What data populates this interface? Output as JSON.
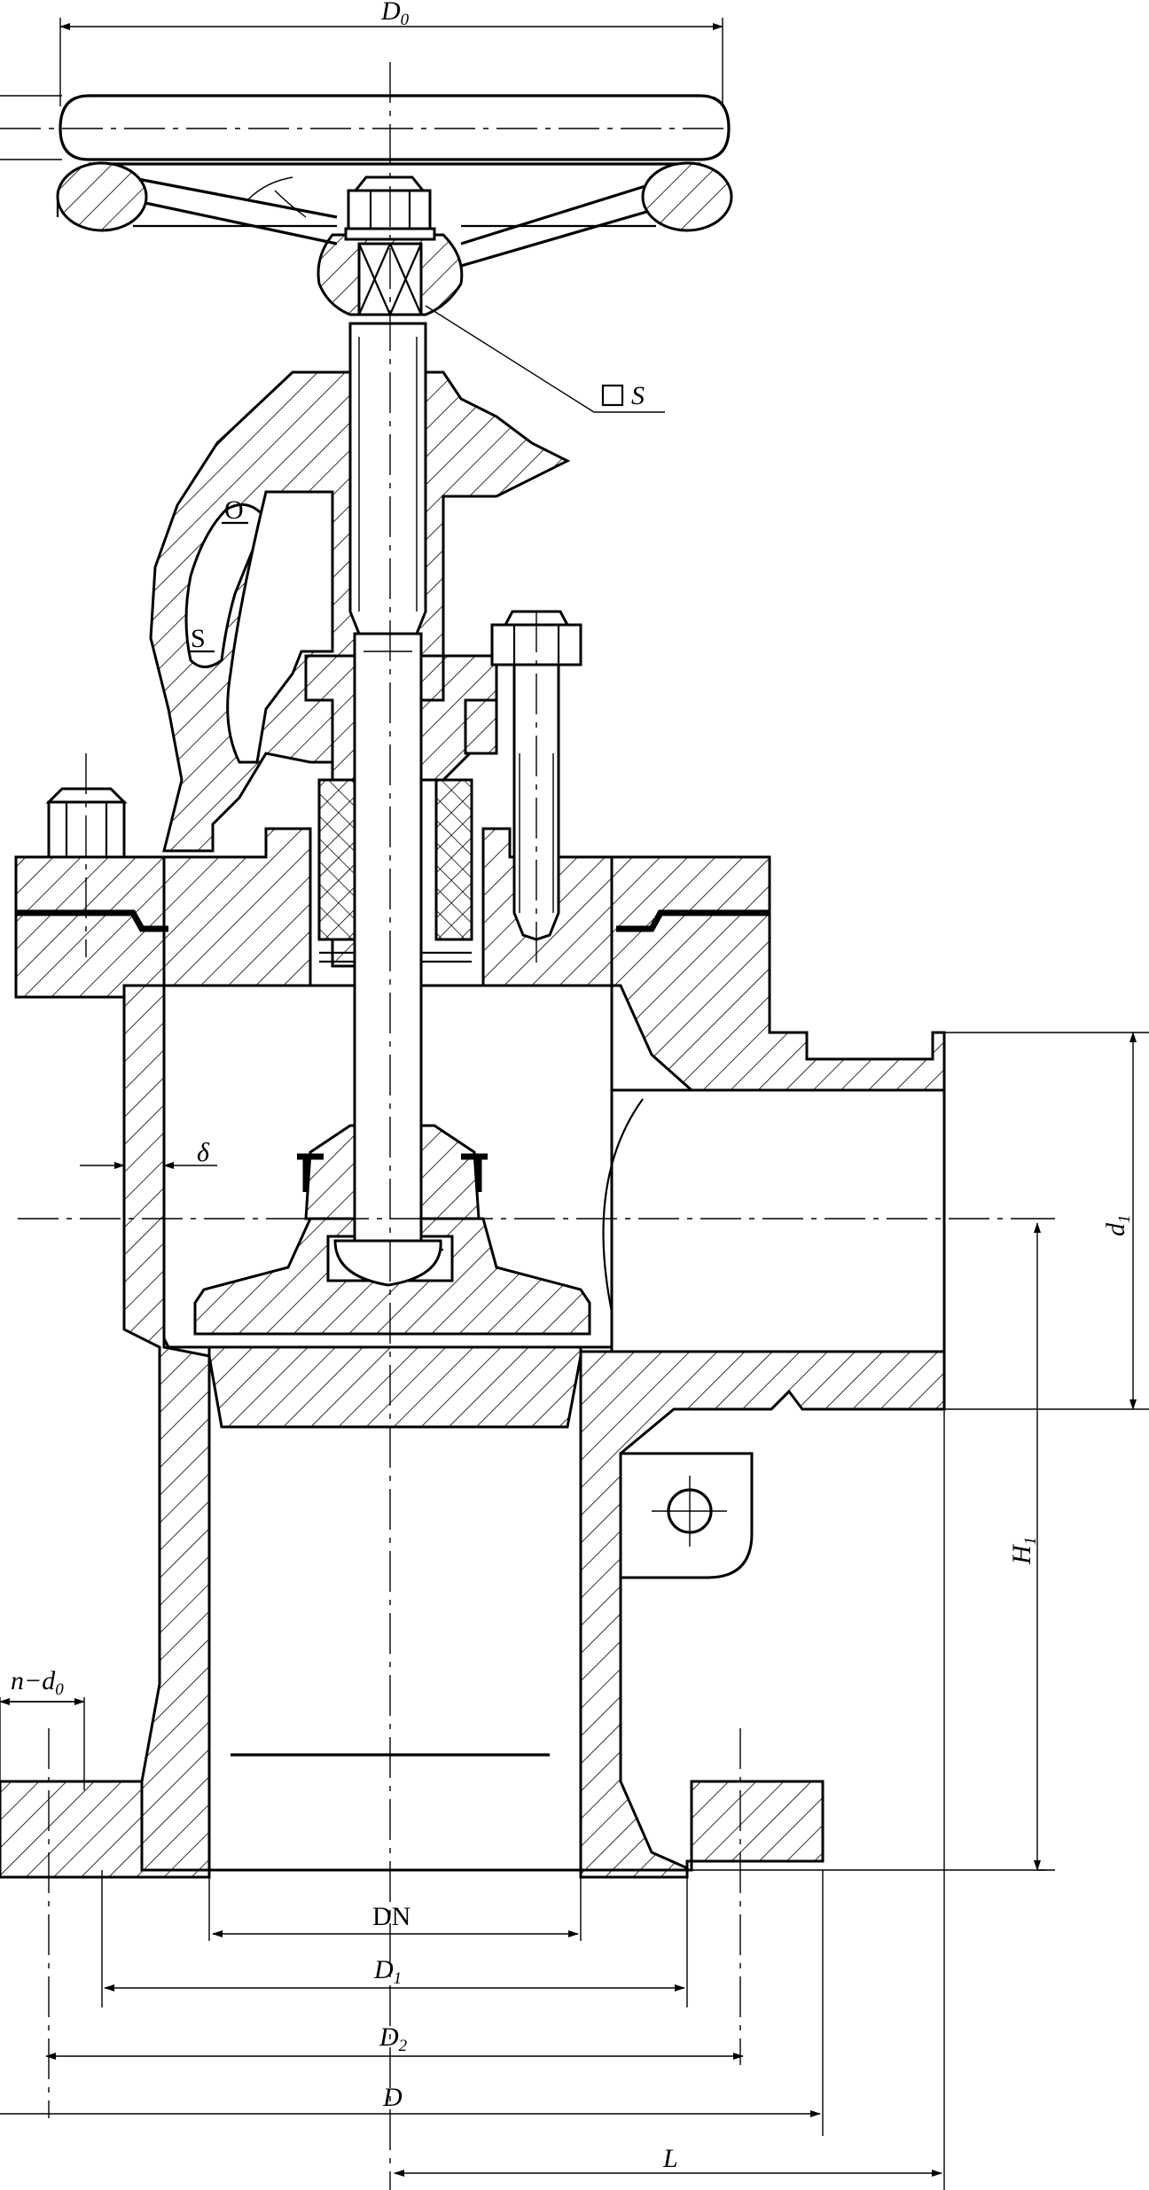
{
  "drawing": {
    "labels": {
      "handwheel_diameter": "D",
      "handwheel_diameter_sub": "0",
      "stem_square": "S",
      "open_mark": "O",
      "shut_mark": "S",
      "wall_thickness": "δ",
      "outlet_diameter": "d",
      "outlet_diameter_sub": "1",
      "center_height": "H",
      "center_height_sub": "1",
      "bolt_holes": "n−d",
      "bolt_holes_sub": "0",
      "nominal_size": "DN",
      "flange_d1": "D",
      "flange_d1_sub": "1",
      "flange_d2": "D",
      "flange_d2_sub": "2",
      "flange_d": "D",
      "length": "L"
    },
    "colors": {
      "line": "#000000",
      "background": "#ffffff"
    }
  }
}
